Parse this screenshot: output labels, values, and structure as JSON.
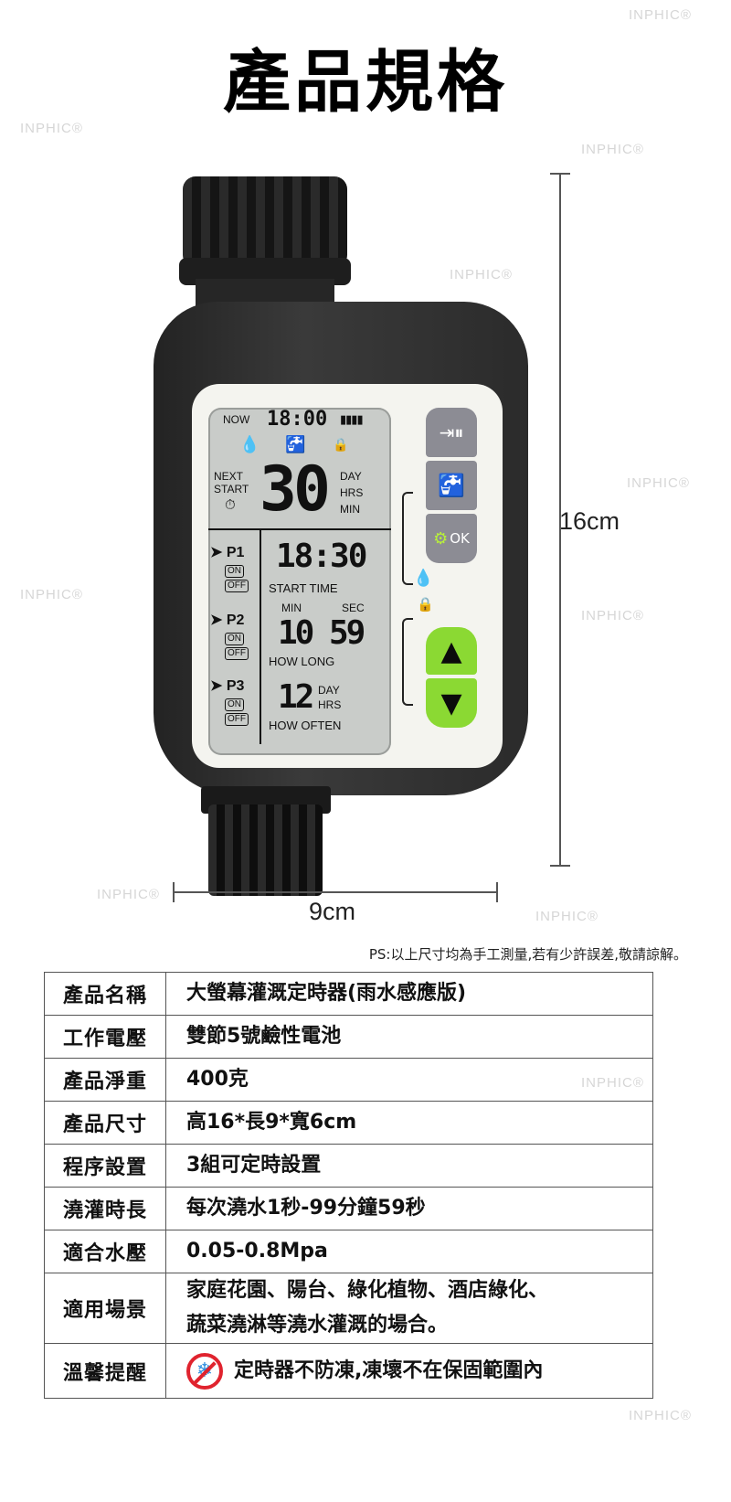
{
  "title": "產品規格",
  "watermark": "INPHIC®",
  "device": {
    "lcd": {
      "now_label": "NOW",
      "clock": "18:00",
      "next_label": "NEXT",
      "start_label": "START",
      "big_number": "30",
      "unit_day": "DAY",
      "unit_hrs": "HRS",
      "unit_min": "MIN",
      "programs": [
        {
          "label": "P1",
          "on": "ON",
          "off": "OFF"
        },
        {
          "label": "P2",
          "on": "ON",
          "off": "OFF"
        },
        {
          "label": "P3",
          "on": "ON",
          "off": "OFF"
        }
      ],
      "start_time_value": "18:30",
      "start_time_label": "START TIME",
      "min_label": "MIN",
      "sec_label": "SEC",
      "how_long_min": "10",
      "how_long_sec": "59",
      "how_long_label": "HOW LONG",
      "often_value": "12",
      "often_day": "DAY",
      "often_hrs": "HRS",
      "how_often_label": "HOW OFTEN"
    },
    "button_ok": "OK"
  },
  "dimensions": {
    "height": "16cm",
    "width": "9cm"
  },
  "ps_note": "PS:以上尺寸均為手工測量,若有少許誤差,敬請諒解。",
  "specs": [
    {
      "key": "產品名稱",
      "value": "大螢幕灌溉定時器(雨水感應版)"
    },
    {
      "key": "工作電壓",
      "value": "雙節5號鹼性電池"
    },
    {
      "key": "產品淨重",
      "value": "400克"
    },
    {
      "key": "產品尺寸",
      "value": "高16*長9*寬6cm"
    },
    {
      "key": "程序設置",
      "value": "3組可定時設置"
    },
    {
      "key": "澆灌時長",
      "value": "每次澆水1秒-99分鐘59秒"
    },
    {
      "key": "適合水壓",
      "value": "0.05-0.8Mpa"
    },
    {
      "key": "適用場景",
      "value_line1": "家庭花園、陽台、綠化植物、酒店綠化、",
      "value_line2": "蔬菜澆淋等澆水灌溉的場合。"
    },
    {
      "key": "溫馨提醒",
      "value": "定時器不防凍,凍壞不在保固範圍內"
    }
  ],
  "icons": {
    "battery": "battery-icon",
    "rain_drop": "rain-drop-icon",
    "faucet": "faucet-icon",
    "lock": "lock-icon",
    "timer": "timer-icon",
    "gear": "gear-icon",
    "up_arrow": "up-arrow-icon",
    "down_arrow": "down-arrow-icon",
    "no_freeze": "no-freeze-icon"
  },
  "colors": {
    "green_button": "#8bd933",
    "grey_button": "#8c8c94",
    "warning_red": "#e0232e"
  }
}
